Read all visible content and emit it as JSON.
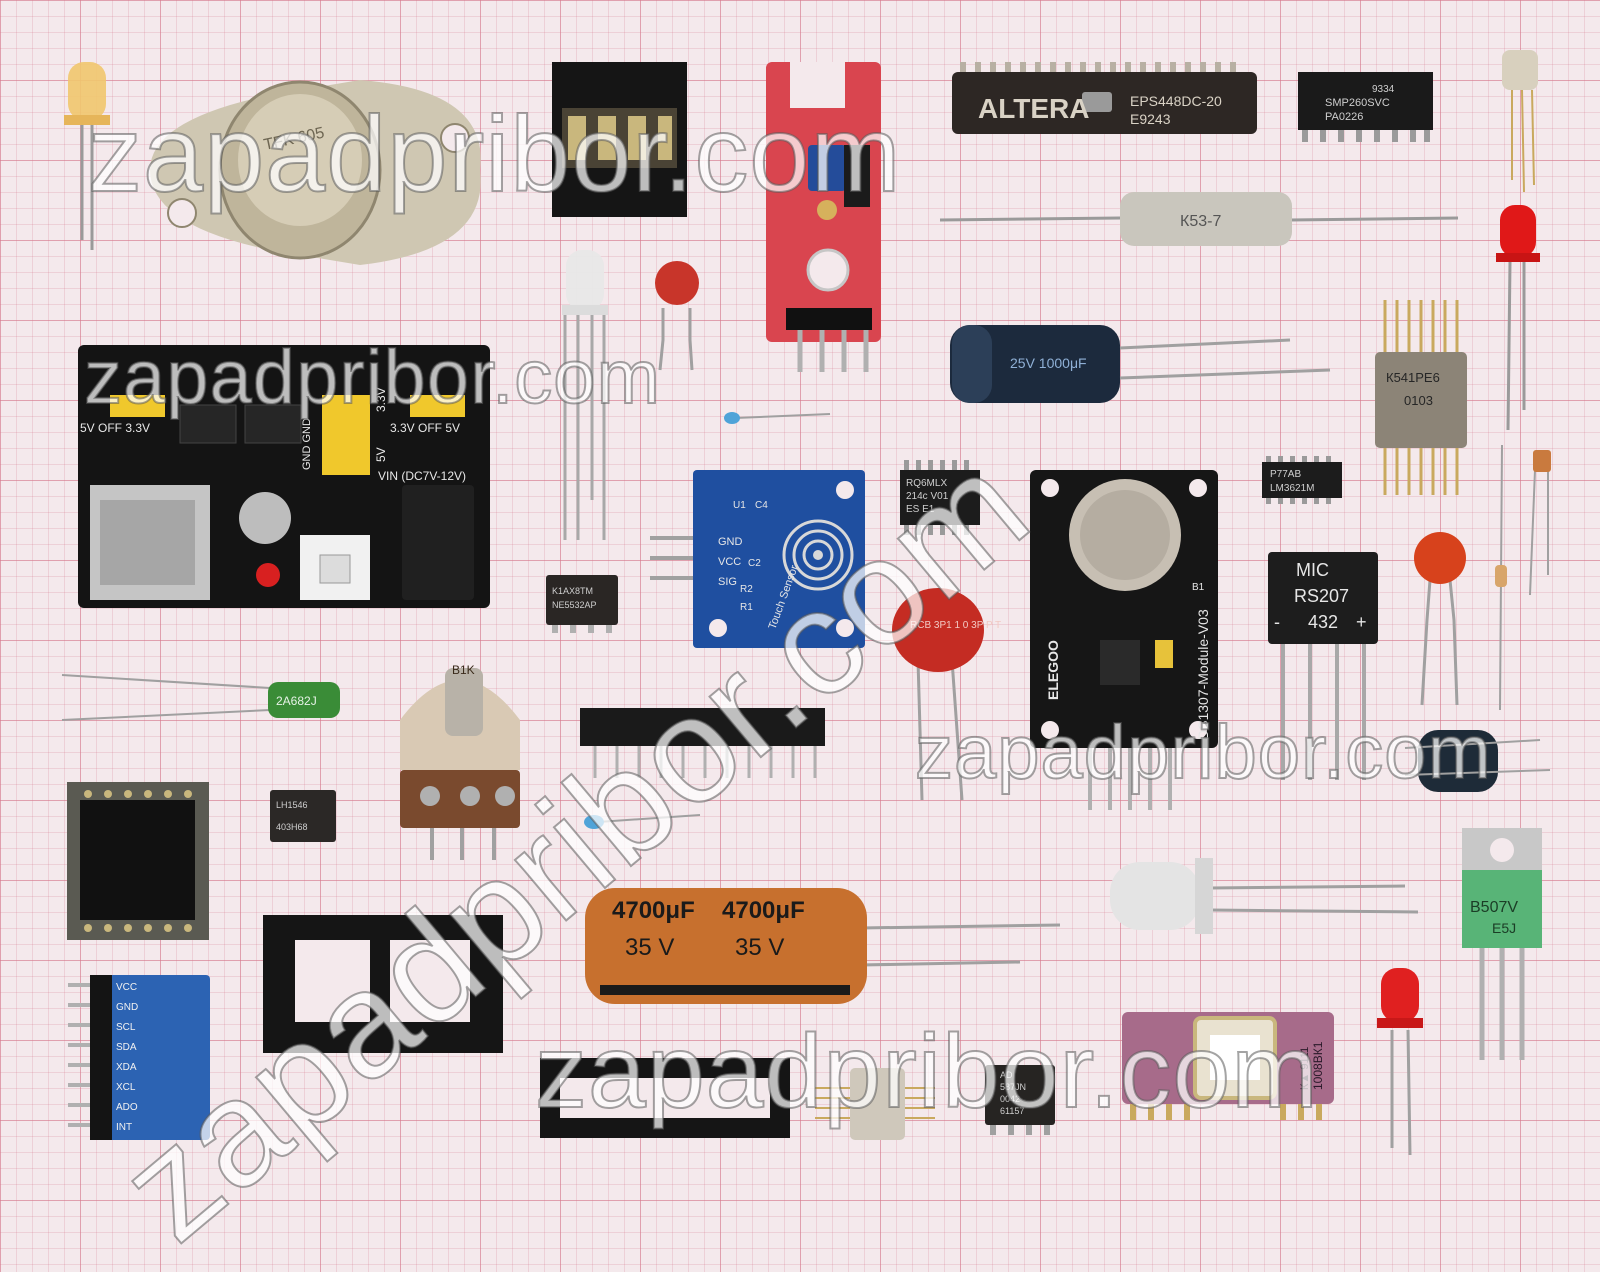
{
  "watermark": {
    "text_top": "zapadpribor.com",
    "text_mid_left": "zapadpribor.com",
    "text_mid_right": "zapadpribor.com",
    "text_bottom": "zapadpribor.com",
    "text_diagonal": "zapadpribor.com"
  },
  "components": {
    "transistor_to3": "TFK 605",
    "altera_chip": "ALTERA",
    "altera_part": "EPS448DC-20",
    "altera_code": "E9243",
    "smp_chip_line1": "9334",
    "smp_chip_line2": "SMP260SVC",
    "smp_chip_line3": "PA0226",
    "film_capacitor": "К53-7",
    "electrolytic_small": "25V 1000μF",
    "soic_chip_line1": "RQ6MLX",
    "soic_chip_line2": "214c V01",
    "soic_chip_line3": "ES E1",
    "power_module_left": "5V OFF 3.3V",
    "power_module_right": "3.3V OFF 5V",
    "power_module_gnd": "GND GND",
    "power_module_33": "3.3V",
    "power_module_5v": "5V",
    "power_module_vin": "VIN (DC7V-12V)",
    "dip8_chip_line1": "K1AX8TM",
    "dip8_chip_line2": "NE5532AP",
    "touch_sensor_vcc": "VCC",
    "touch_sensor_gnd": "GND",
    "touch_sensor_sig": "SIG",
    "touch_sensor_name": "Touch Sensor",
    "touch_u1": "U1",
    "touch_c4": "C4",
    "touch_c2": "C2",
    "touch_r2": "R2",
    "touch_r1": "R1",
    "rtc_module": "DS1307-Module-V03",
    "rtc_brand": "ELEGOO",
    "rtc_b1": "B1",
    "small_soic_line1": "P77AB",
    "small_soic_line2": "LM3621M",
    "bridge_brand": "MIC",
    "bridge_part": "RS207",
    "bridge_num": "432",
    "bridge_minus": "-",
    "bridge_plus": "+",
    "metal_chip_line1": "К541РЕ6",
    "metal_chip_line2": "0103",
    "varistor": "RCB 3P1 1 0 3P P T",
    "film_cap_green": "2A682J",
    "potentiometer": "B1K",
    "optocoupler_line1": "LH1546",
    "optocoupler_line2": "403H68",
    "big_cap_value": "4700μF",
    "big_cap_voltage": "35 V",
    "transistor_to220_line1": "B507V",
    "transistor_to220_line2": "E5J",
    "ceramic_chip_line1": "1008ВК1",
    "ceramic_chip_line2": "К▲ 9111",
    "small_dip_line1": "AD",
    "small_dip_line2": "587JN",
    "small_dip_line3": "0042",
    "small_dip_line4": "61157",
    "imu_vcc": "VCC",
    "imu_gnd": "GND",
    "imu_scl": "SCL",
    "imu_sda": "SDA",
    "imu_xda": "XDA",
    "imu_xcl": "XCL",
    "imu_ado": "ADO",
    "imu_int": "INT"
  },
  "colors": {
    "grid_bg": "#f4e9ec",
    "grid_line": "#d6788c",
    "pcb_red": "#d9454f",
    "pcb_blue": "#1f4fa0",
    "pcb_black": "#141414",
    "cap_orange": "#c7702e",
    "led_red": "#e01818"
  }
}
